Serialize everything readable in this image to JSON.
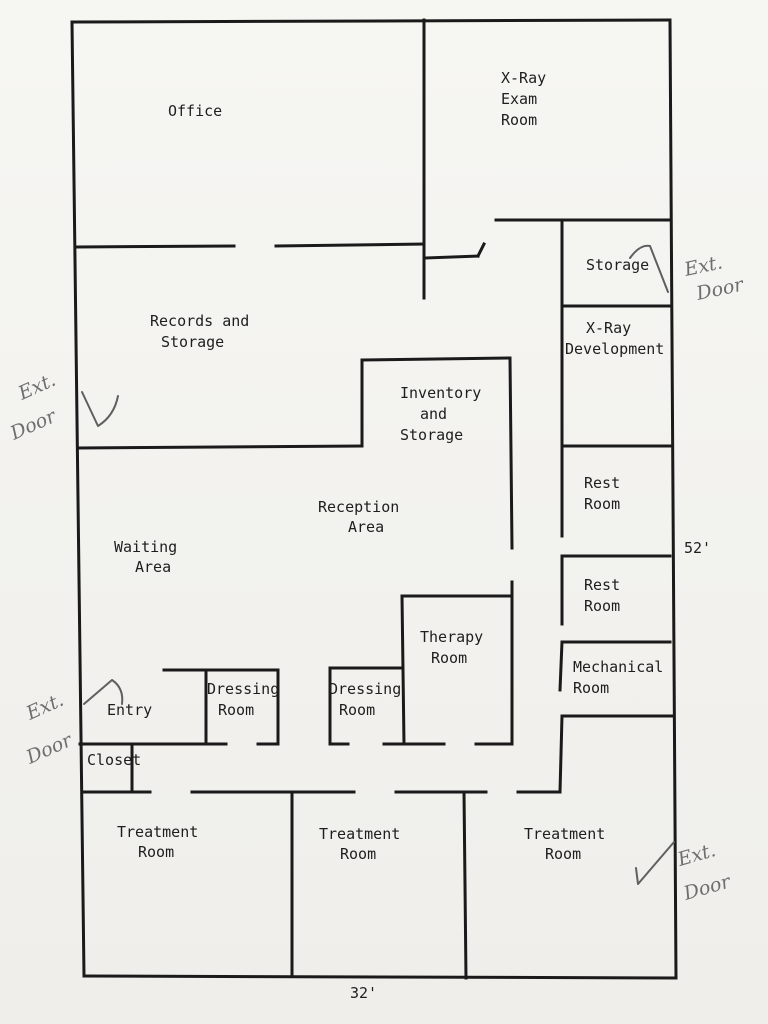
{
  "rooms": {
    "office": "Office",
    "xray_exam_1": "X-Ray",
    "xray_exam_2": "Exam",
    "xray_exam_3": "Room",
    "storage": "Storage",
    "xray_dev_1": "X-Ray",
    "xray_dev_2": "Development",
    "records_1": "Records and",
    "records_2": "Storage",
    "inventory_1": "Inventory",
    "inventory_2": "and",
    "inventory_3": "Storage",
    "reception_1": "Reception",
    "reception_2": "Area",
    "waiting_1": "Waiting",
    "waiting_2": "Area",
    "restroom1_1": "Rest",
    "restroom1_2": "Room",
    "restroom2_1": "Rest",
    "restroom2_2": "Room",
    "mechanical_1": "Mechanical",
    "mechanical_2": "Room",
    "therapy_1": "Therapy",
    "therapy_2": "Room",
    "dressing1_1": "Dressing",
    "dressing1_2": "Room",
    "dressing2_1": "Dressing",
    "dressing2_2": "Room",
    "entry": "Entry",
    "closet": "Closet",
    "treatment1_1": "Treatment",
    "treatment1_2": "Room",
    "treatment2_1": "Treatment",
    "treatment2_2": "Room",
    "treatment3_1": "Treatment",
    "treatment3_2": "Room"
  },
  "dimensions": {
    "height": "52'",
    "width": "32'"
  },
  "annotations": {
    "ext_door_1": "Ext.",
    "ext_door_2": "Door"
  }
}
